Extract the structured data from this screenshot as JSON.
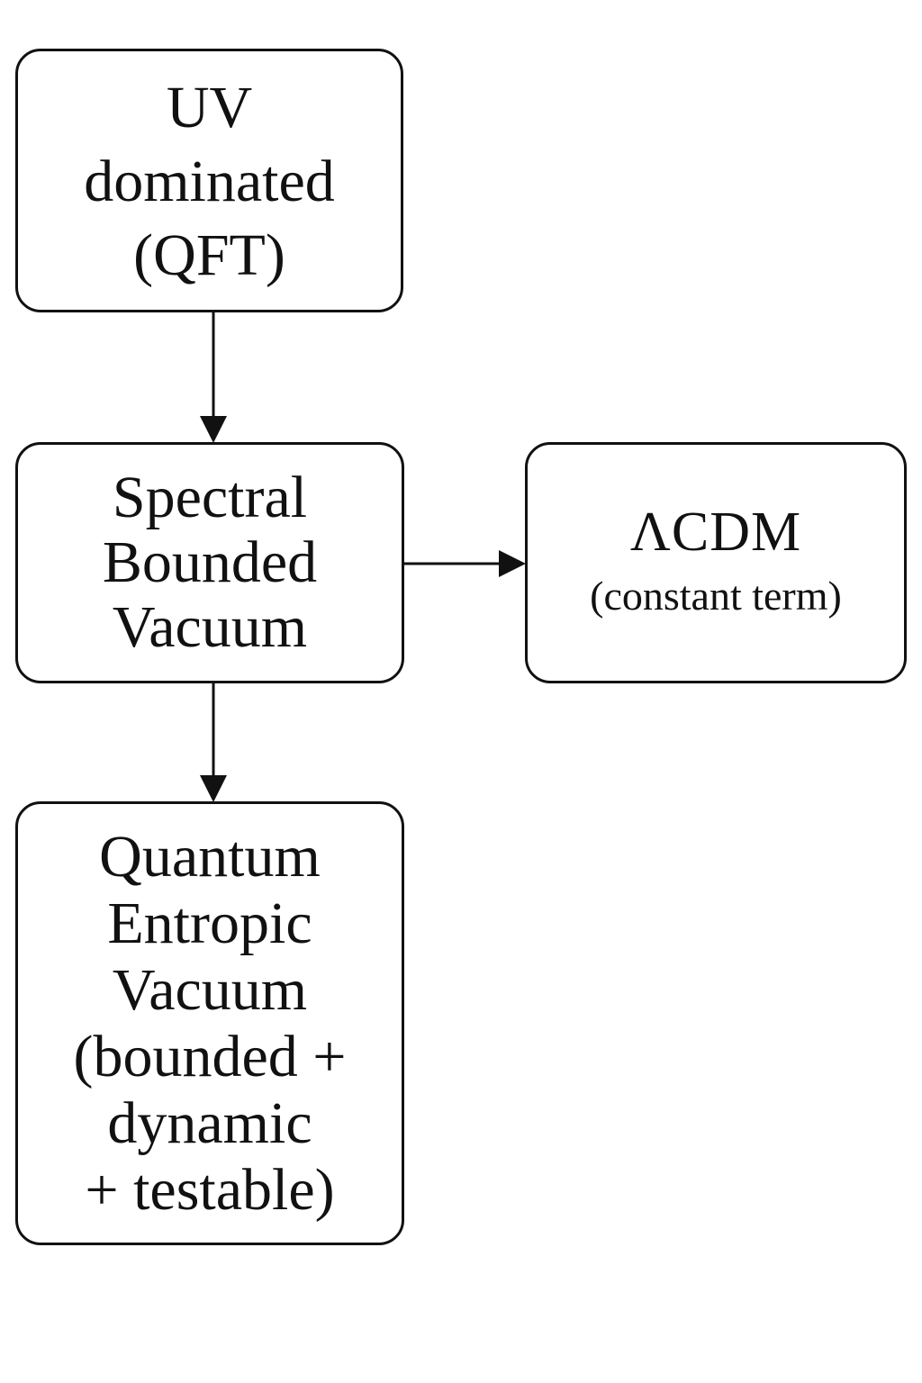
{
  "diagram": {
    "nodes": [
      {
        "id": "uv-dominated",
        "lines": [
          "UV",
          "dominated",
          "(QFT)"
        ]
      },
      {
        "id": "spectral-bounded-vacuum",
        "lines": [
          "Spectral",
          "Bounded",
          "Vacuum"
        ]
      },
      {
        "id": "lcdm",
        "lines": [
          "ΛCDM",
          "(constant term)"
        ]
      },
      {
        "id": "quantum-entropic-vacuum",
        "lines": [
          "Quantum",
          "Entropic",
          "Vacuum",
          "(bounded +",
          "dynamic",
          "+ testable)"
        ]
      }
    ],
    "edges": [
      {
        "from": "uv-dominated",
        "to": "spectral-bounded-vacuum"
      },
      {
        "from": "spectral-bounded-vacuum",
        "to": "lcdm"
      },
      {
        "from": "spectral-bounded-vacuum",
        "to": "quantum-entropic-vacuum"
      }
    ],
    "colors": {
      "stroke": "#111111",
      "fill": "#ffffff",
      "text": "#111111"
    }
  }
}
